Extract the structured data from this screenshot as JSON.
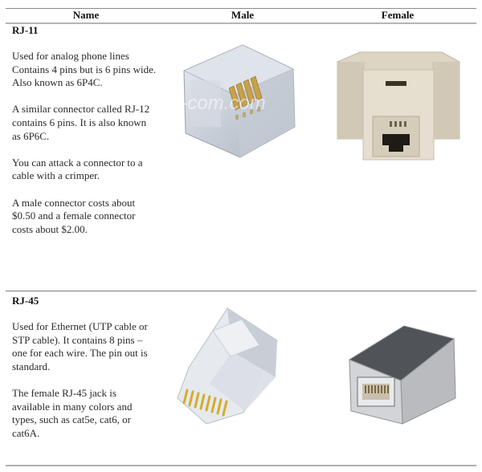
{
  "table": {
    "headers": {
      "name": "Name",
      "male": "Male",
      "female": "Female"
    },
    "rows": [
      {
        "name": "RJ-11",
        "description": [
          "Used for analog phone lines\nContains 4 pins but is 6 pins wide.  Also known as 6P4C.",
          "A similar connector called RJ-12 contains 6 pins.  It is also known as 6P6C.",
          "You can attack a connector to a cable with a crimper.",
          "A male connector costs about $0.50 and a female connector costs about $2.00."
        ],
        "male_image": {
          "alt": "RJ-11 male plug (clear plastic, 4 gold pins)",
          "watermark": "L-com.com"
        },
        "female_image": {
          "alt": "RJ-11 female jack (beige coupler)"
        }
      },
      {
        "name": "RJ-45",
        "description": [
          "Used for Ethernet (UTP cable or STP cable).  It contains 8 pins – one for each wire.  The pin out is standard.",
          "The female RJ-45 jack is available in many colors and types, such as cat5e, cat6, or cat6A."
        ],
        "male_image": {
          "alt": "RJ-45 male plug (clear plastic, 8 gold pins)"
        },
        "female_image": {
          "alt": "RJ-45 female jack (shielded metal coupler)"
        }
      }
    ]
  }
}
